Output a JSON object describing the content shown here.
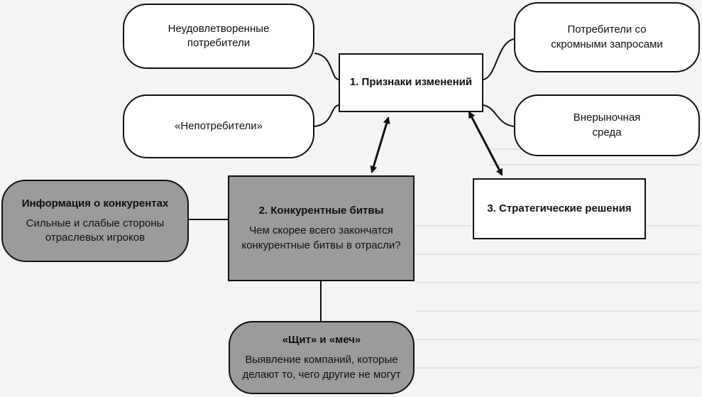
{
  "nodes": {
    "unsatisfied": "Неудовлетворенные\nпотребители",
    "nonconsumers": "«Непотребители»",
    "modest": "Потребители со\nскромными запросами",
    "nonmarket": "Внерыночная\nсреда",
    "signs": "1. Признаки изменений",
    "battles": {
      "title": "2. Конкурентные битвы",
      "text": "Чем скорее всего закончатся\nконкурентные битвы в отрасли?"
    },
    "strategic": "3. Стратегические решения",
    "competitors": {
      "title": "Информация о конкурентах",
      "text": "Сильные и слабые стороны\nотраслевых игроков"
    },
    "shield": {
      "title": "«Щит» и «меч»",
      "text": "Выявление компаний, которые\nделают то, чего другие не могут"
    }
  },
  "colors": {
    "gray_box": "#9b9b9b",
    "white_box": "#ffffff",
    "line": "#111111"
  }
}
